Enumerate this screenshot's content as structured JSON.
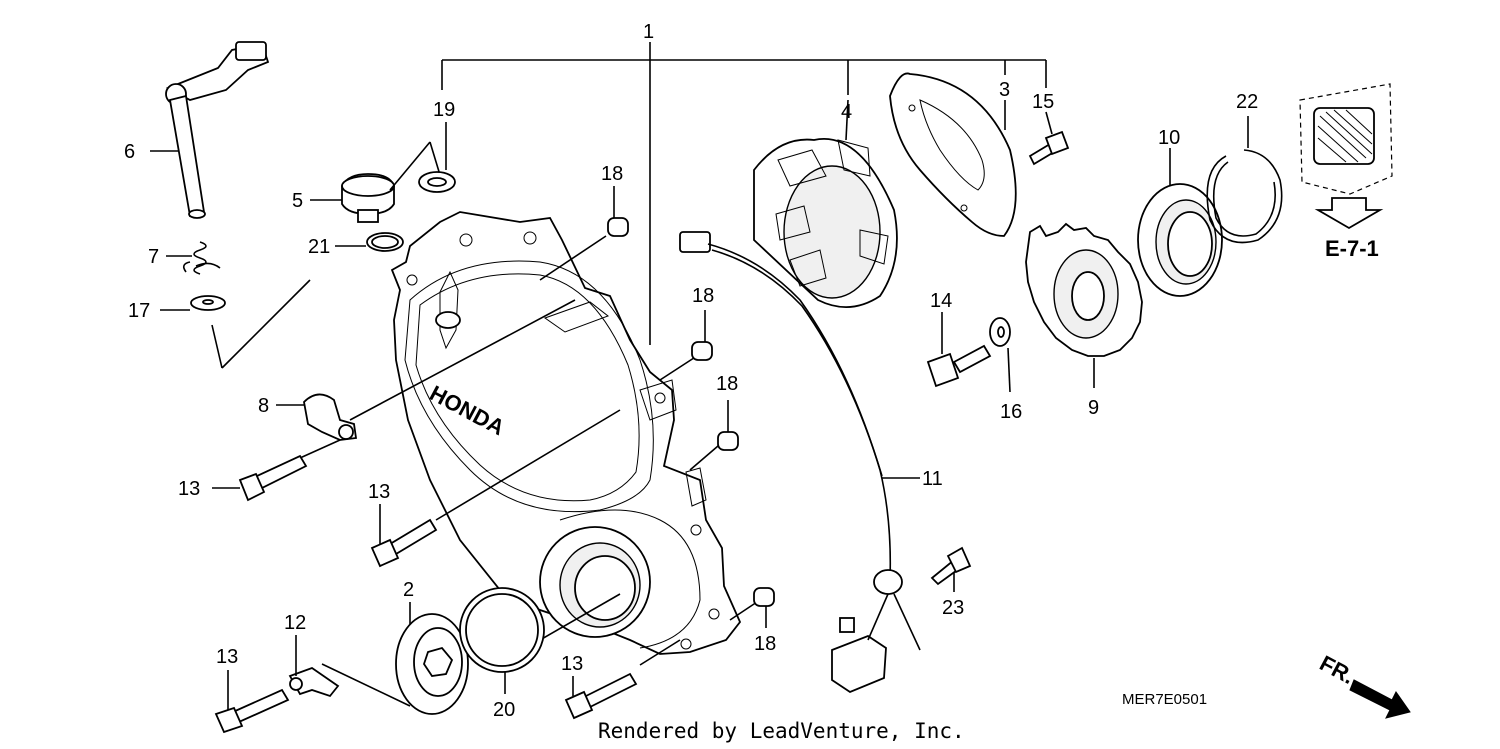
{
  "diagram": {
    "callouts": {
      "c1": "1",
      "c2": "2",
      "c3": "3",
      "c4": "4",
      "c5": "5",
      "c6": "6",
      "c7": "7",
      "c8": "8",
      "c9": "9",
      "c10": "10",
      "c11": "11",
      "c12": "12",
      "c13a": "13",
      "c13b": "13",
      "c13c": "13",
      "c13d": "13",
      "c14": "14",
      "c15": "15",
      "c16": "16",
      "c17": "17",
      "c18a": "18",
      "c18b": "18",
      "c18c": "18",
      "c18d": "18",
      "c19": "19",
      "c20": "20",
      "c21": "21",
      "c22": "22",
      "c23": "23"
    },
    "cover_brand": "HONDA",
    "reference": "E-7-1",
    "direction": "FR.",
    "diagram_code": "MER7E0501",
    "footer": "Rendered by LeadVenture, Inc."
  }
}
